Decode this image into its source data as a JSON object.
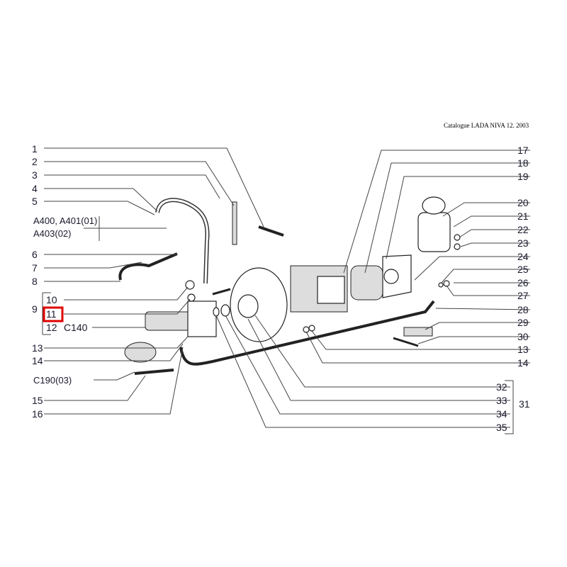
{
  "header": {
    "catalogue": "Catalogue LADA NIVA 12. 2003"
  },
  "left_labels": {
    "l1": "1",
    "l2": "2",
    "l3": "3",
    "l4": "4",
    "l5": "5",
    "a400": "A400, A401(01)",
    "a403": "A403(02)",
    "l6": "6",
    "l7": "7",
    "l8": "8",
    "l9": "9",
    "l10": "10",
    "l11": "11",
    "l12": "12",
    "c140": "C140",
    "l13": "13",
    "l14": "14",
    "c190": "C190(03)",
    "l15": "15",
    "l16": "16"
  },
  "right_labels": {
    "r17": "17",
    "r18": "18",
    "r19": "19",
    "r20": "20",
    "r21": "21",
    "r22": "22",
    "r23": "23",
    "r24": "24",
    "r25": "25",
    "r26": "26",
    "r27": "27",
    "r28": "28",
    "r29": "29",
    "r30": "30",
    "r13": "13",
    "r14": "14",
    "r31": "31",
    "r32": "32",
    "r33": "33",
    "r34": "34",
    "r35": "35"
  },
  "highlight": {
    "label": "11",
    "color": "#e00000"
  }
}
